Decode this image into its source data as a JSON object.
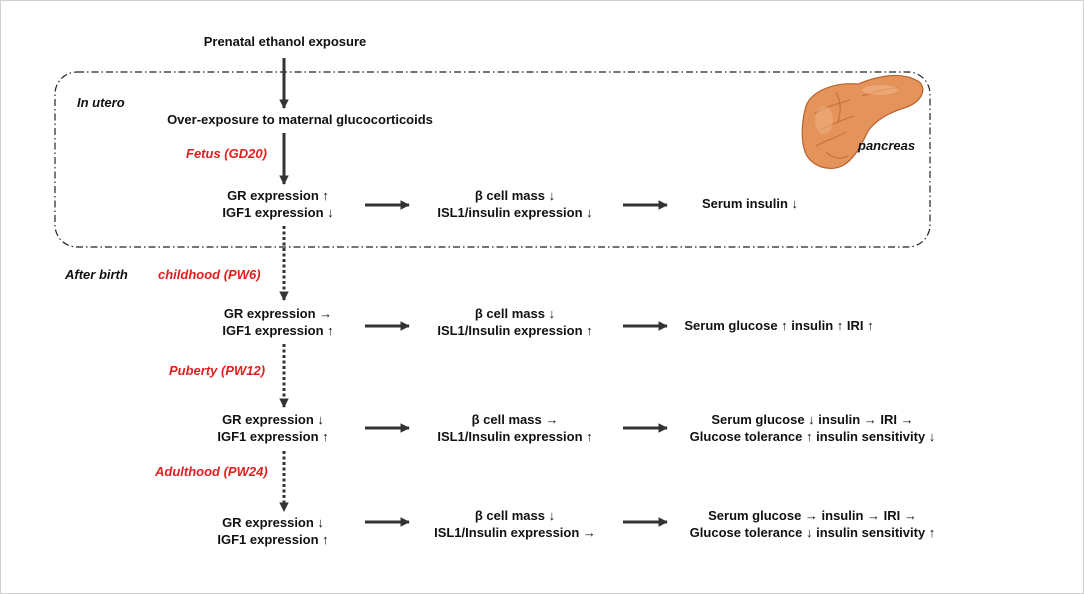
{
  "title": "Prenatal ethanol exposure",
  "in_utero": {
    "label": "In utero",
    "glucocorticoids": "Over-exposure to maternal glucocorticoids",
    "stage": "Fetus (GD20)",
    "gr_line1": "GR expression ↑",
    "gr_line2": "IGF1 expression ↓",
    "beta_line1": "β cell mass ↓",
    "beta_line2": "ISL1/insulin expression ↓",
    "serum_line1": "Serum insulin ↓",
    "pancreas_label": "pancreas"
  },
  "after_birth_label": "After birth",
  "childhood": {
    "stage": "childhood (PW6)",
    "gr_line1": "GR expression →",
    "gr_line2": "IGF1 expression ↑",
    "beta_line1": "β cell mass ↓",
    "beta_line2": "ISL1/Insulin expression ↑",
    "serum_line1": "Serum glucose ↑ insulin ↑ IRI ↑"
  },
  "puberty": {
    "stage": "Puberty (PW12)",
    "gr_line1": "GR expression ↓",
    "gr_line2": "IGF1 expression ↑",
    "beta_line1": "β cell mass →",
    "beta_line2": "ISL1/Insulin expression ↑",
    "serum_line1": "Serum glucose ↓ insulin → IRI →",
    "serum_line2": "Glucose tolerance ↑ insulin sensitivity ↓"
  },
  "adulthood": {
    "stage": "Adulthood (PW24)",
    "gr_line1": "GR expression ↓",
    "gr_line2": "IGF1 expression ↑",
    "beta_line1": "β cell mass ↓",
    "beta_line2": "ISL1/Insulin expression →",
    "serum_line1": "Serum glucose → insulin → IRI →",
    "serum_line2": "Glucose tolerance ↓ insulin sensitivity ↑"
  },
  "colors": {
    "stage_red": "#e0201e",
    "arrow": "#333333",
    "pancreas": "#e4935a"
  }
}
